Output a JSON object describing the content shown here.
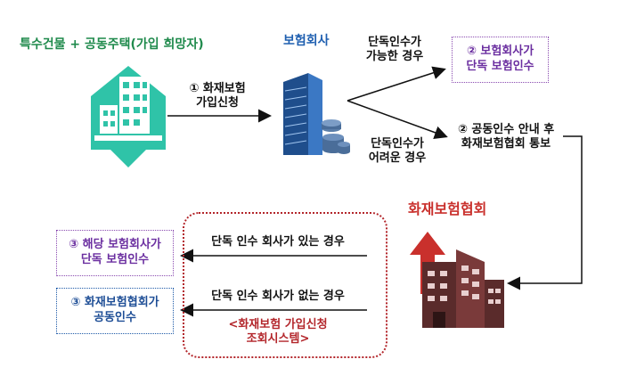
{
  "applicant": {
    "label": "특수건물 + 공동주택(가입 희망자)"
  },
  "insurer": {
    "label": "보험회사"
  },
  "association": {
    "label": "화재보험협회"
  },
  "step_apply": {
    "lines": [
      "① 화재보험",
      "가입신청"
    ]
  },
  "case_single_possible": {
    "lines": [
      "단독인수가",
      "가능한 경우"
    ]
  },
  "case_single_hard": {
    "lines": [
      "단독인수가",
      "어려운 경우"
    ]
  },
  "result_insurer_single": {
    "lines": [
      "② 보험회사가",
      "단독 보험인수"
    ]
  },
  "notice_joint": {
    "lines": [
      "② 공동인수 안내 후",
      "화재보험협회 통보"
    ]
  },
  "case_has_insurer": {
    "label": "단독 인수 회사가 있는 경우"
  },
  "case_no_insurer": {
    "label": "단독 인수 회사가 없는 경우"
  },
  "system": {
    "lines": [
      "<화재보험 가입신청",
      "조회시스템>"
    ]
  },
  "result_relevant_insurer": {
    "lines": [
      "③ 해당 보험회사가",
      "단독 보험인수"
    ]
  },
  "result_joint": {
    "lines": [
      "③ 화재보험협회가",
      "공동인수"
    ]
  },
  "colors": {
    "green": "#1f8a4c",
    "blue": "#1f5fb0",
    "red": "#c9302c",
    "purple": "#6b2fa0"
  },
  "icons": [
    "house-building-icon",
    "office-tower-coins-icon",
    "association-building-arrow-icon"
  ]
}
